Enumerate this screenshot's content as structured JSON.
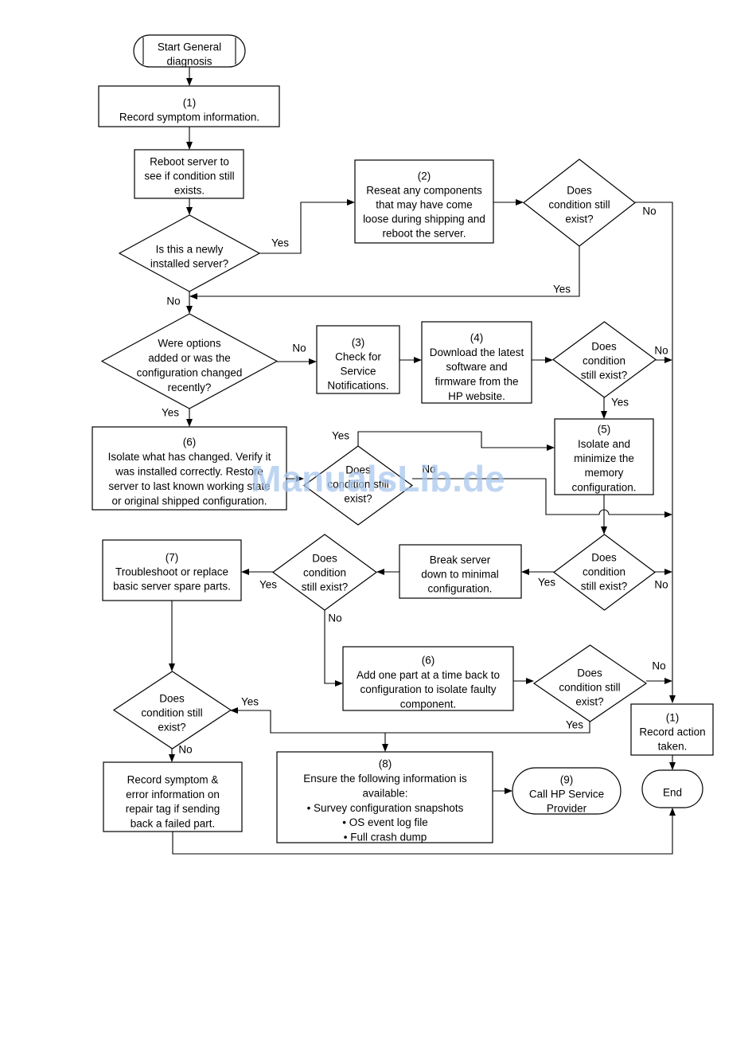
{
  "watermark": "ManualsLib.de",
  "nodes": {
    "start": [
      "Start General",
      "diagnosis"
    ],
    "n1": [
      "(1)",
      "Record symptom information."
    ],
    "reboot": [
      "Reboot server to",
      "see if condition still",
      "exists."
    ],
    "newly": [
      "Is this a newly",
      "installed server?"
    ],
    "n2": [
      "(2)",
      "Reseat any components",
      "that may have come",
      "loose during shipping and",
      "reboot the server."
    ],
    "d_top": [
      "Does",
      "condition still",
      "exist?"
    ],
    "options": [
      "Were options",
      "added or was the",
      "configuration changed",
      "recently?"
    ],
    "n3": [
      "(3)",
      "Check for",
      "Service",
      "Notifications."
    ],
    "n4": [
      "(4)",
      "Download the latest",
      "software and",
      "firmware from the",
      "HP website."
    ],
    "d_n4": [
      "Does",
      "condition",
      "still exist?"
    ],
    "n5": [
      "(5)",
      "Isolate and",
      "minimize the",
      "memory",
      "configuration."
    ],
    "n6a": [
      "(6)",
      "Isolate what has changed. Verify it",
      "was installed correctly.  Restore",
      "server to last known working state",
      "or original shipped configuration."
    ],
    "d_n6": [
      "Does",
      "condition still",
      "exist?"
    ],
    "d_mem": [
      "Does",
      "condition",
      "still exist?"
    ],
    "break": [
      "Break server",
      "down to minimal",
      "configuration."
    ],
    "d_break": [
      "Does",
      "condition",
      "still exist?"
    ],
    "n7": [
      "(7)",
      "Troubleshoot or replace",
      "basic server spare parts."
    ],
    "n6b": [
      "(6)",
      "Add one part at a time back to",
      "configuration to isolate faulty",
      "component."
    ],
    "d_add": [
      "Does",
      "condition still",
      "exist?"
    ],
    "d_n7": [
      "Does",
      "condition still",
      "exist?"
    ],
    "record_fail": [
      "Record symptom &",
      "error information on",
      "repair tag if sending",
      "back a failed part."
    ],
    "n8": [
      "(8)",
      "Ensure the following information is",
      "available:",
      "• Survey configuration snapshots",
      "• OS event log file",
      "• Full crash dump"
    ],
    "n9": [
      "(9)",
      "Call HP Service",
      "Provider"
    ],
    "record_action": [
      "(1)",
      "Record action",
      "taken."
    ],
    "end": [
      "End"
    ]
  },
  "labels": {
    "yes": "Yes",
    "no": "No"
  }
}
